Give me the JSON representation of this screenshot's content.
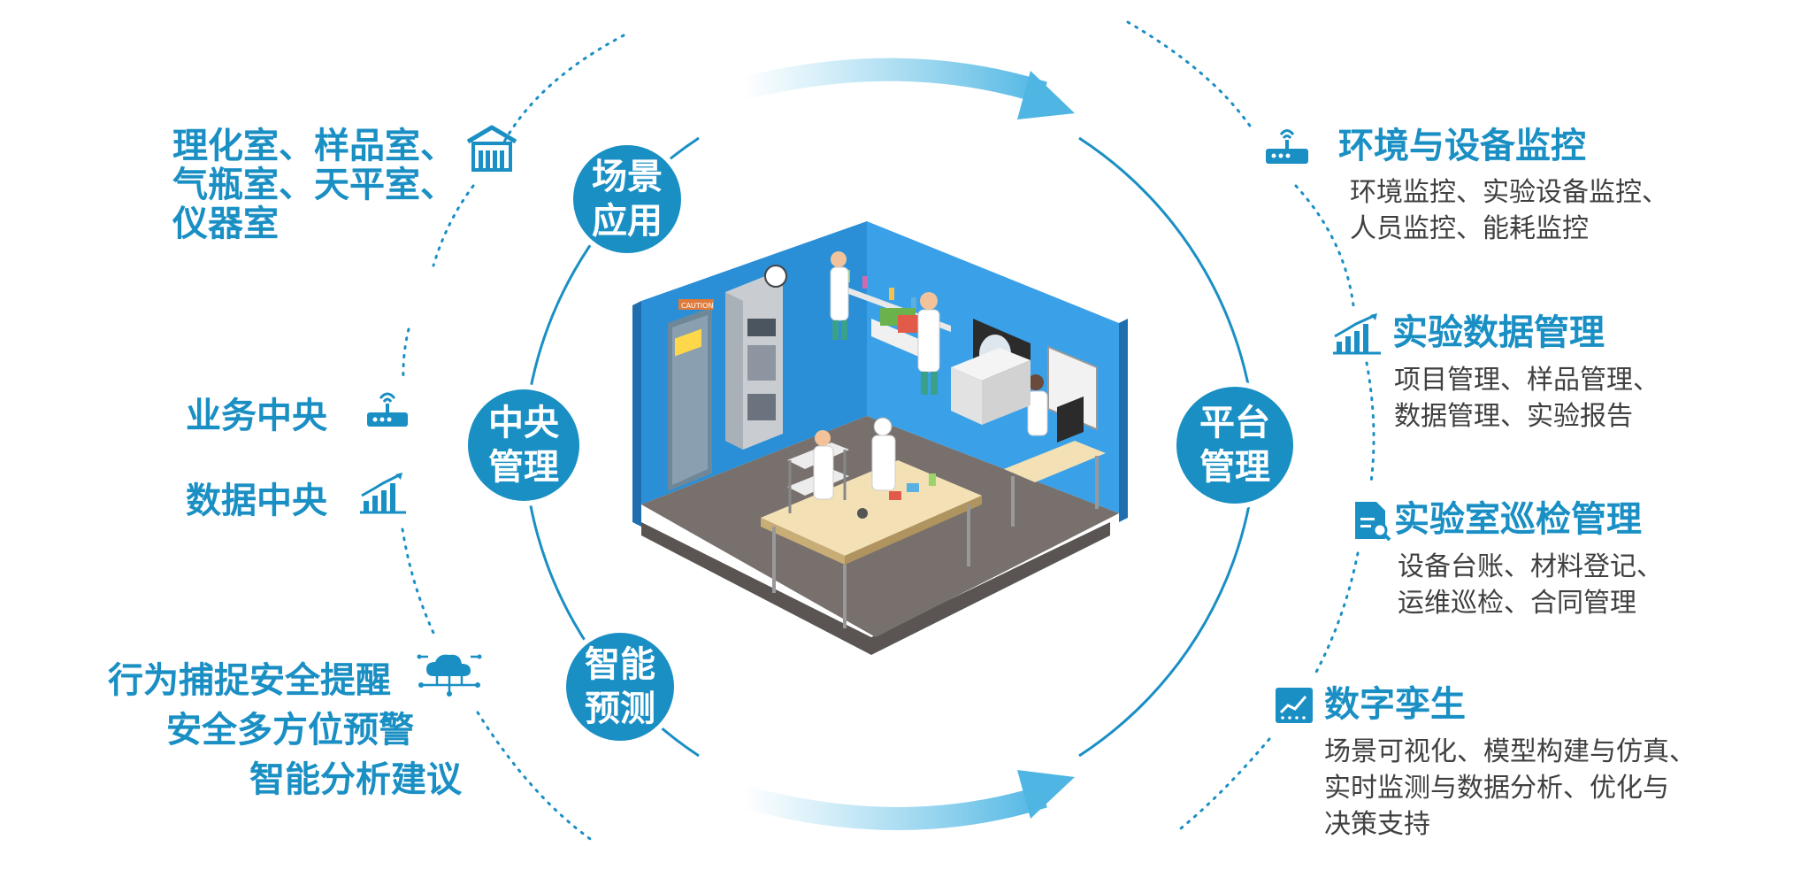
{
  "left": {
    "rooms": {
      "line1": "理化室、样品室、",
      "line2": "气瓶室、天平室、",
      "line3": "仪器室",
      "icon": "warehouse-icon"
    },
    "business_center": {
      "label": "业务中央",
      "icon": "router-icon"
    },
    "data_center": {
      "label": "数据中央",
      "icon": "growth-chart-icon"
    },
    "prediction": {
      "line1": "行为捕捉安全提醒",
      "line2": "安全多方位预警",
      "line3": "智能分析建议",
      "icon": "cloud-network-icon"
    }
  },
  "bubbles": {
    "scene": {
      "line1": "场景",
      "line2": "应用"
    },
    "central": {
      "line1": "中央",
      "line2": "管理"
    },
    "smart": {
      "line1": "智能",
      "line2": "预测"
    },
    "platform": {
      "line1": "平台",
      "line2": "管理"
    }
  },
  "right": {
    "env": {
      "title": "环境与设备监控",
      "desc1": "环境监控、实验设备监控、",
      "desc2": "人员监控、能耗监控",
      "icon": "router-icon"
    },
    "data": {
      "title": "实验数据管理",
      "desc1": "项目管理、样品管理、",
      "desc2": "数据管理、实验报告",
      "icon": "growth-chart-icon"
    },
    "patrol": {
      "title": "实验室巡检管理",
      "desc1": "设备台账、材料登记、",
      "desc2": "运维巡检、合同管理",
      "icon": "document-search-icon"
    },
    "twin": {
      "title": "数字孪生",
      "desc1": "场景可视化、模型构建与仿真、",
      "desc2": "实时监测与数据分析、优化与",
      "desc3": "决策支持",
      "icon": "monitor-chart-icon"
    }
  },
  "lab": {
    "sign": "CAUTION"
  },
  "colors": {
    "accent": "#1a8fc4",
    "arrow": "#6ec6ea",
    "wall": "#2a8fd6",
    "floor": "#77706c",
    "text": "#404040"
  }
}
